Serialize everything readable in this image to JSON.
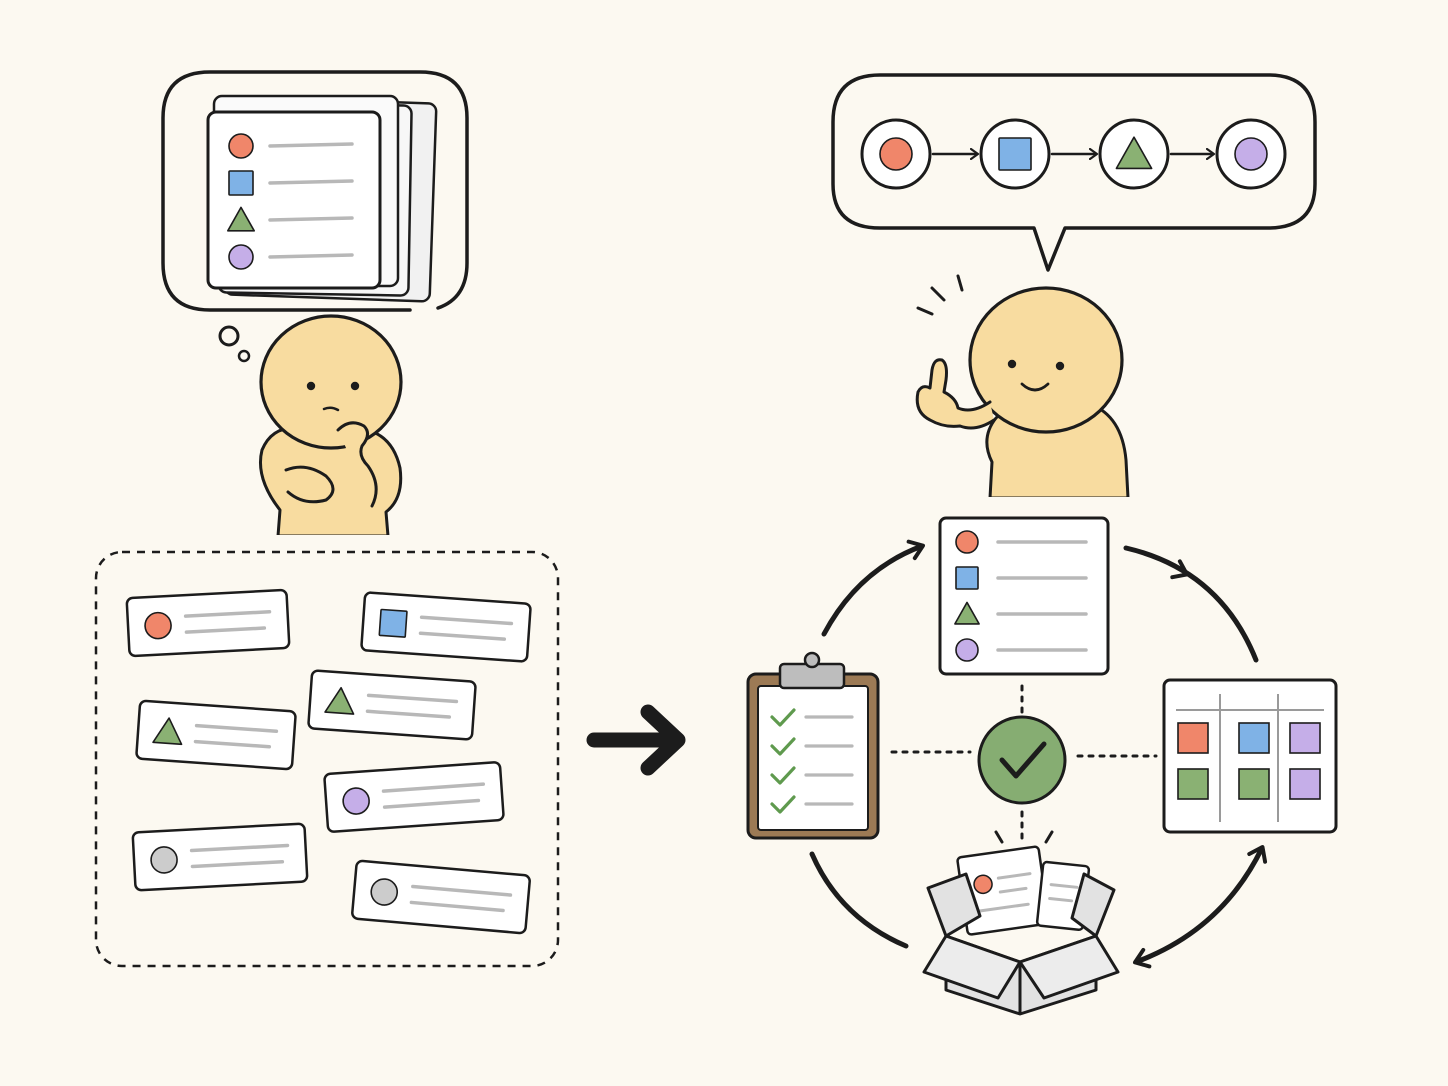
{
  "colors": {
    "background": "#fcf9f1",
    "ink": "#1c1c1c",
    "skin": "#f8dca0",
    "line_gray": "#b8b8b8",
    "red": "#f0866a",
    "blue": "#7fb2e6",
    "green": "#8ab173",
    "purple": "#c5aee8",
    "gray": "#cccccc",
    "clipboard": "#9c7a55",
    "check_circle": "#86ad72",
    "box": "#e2e2e2"
  },
  "icons": {
    "shapes": [
      "circle",
      "square",
      "triangle",
      "circle"
    ],
    "flow_arrow": "arrow-right-icon",
    "idea": "raised-finger-icon",
    "checklist": "clipboard-checklist-icon",
    "board": "kanban-board-icon",
    "archive": "open-box-icon",
    "done": "check-circle-icon"
  },
  "left_panel": {
    "thought_document_rows": [
      "red",
      "blue",
      "green",
      "purple"
    ],
    "scattered_cards": [
      "red",
      "blue",
      "green",
      "green",
      "purple",
      "gray",
      "gray"
    ]
  },
  "right_panel": {
    "sequence": [
      "red",
      "blue",
      "green",
      "purple"
    ],
    "list_card_rows": [
      "red",
      "blue",
      "green",
      "purple"
    ],
    "board_columns": [
      [
        "red",
        "green"
      ],
      [
        "blue",
        "green"
      ],
      [
        "purple",
        "purple"
      ]
    ],
    "checklist_items": 4
  }
}
